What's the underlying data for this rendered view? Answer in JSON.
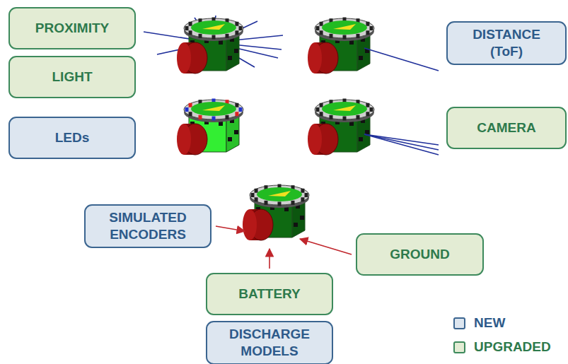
{
  "diagram": {
    "nodes": [
      {
        "text": [
          "PROXIMITY"
        ]
      },
      {
        "text": [
          "DISTANCE (ToF)"
        ]
      },
      {
        "text": [
          "LIGHT"
        ]
      },
      {
        "text": [
          "LEDs"
        ]
      },
      {
        "text": [
          "CAMERA"
        ]
      },
      {
        "text": [
          "SIMULATED ENCODERS"
        ]
      },
      {
        "text": [
          "GROUND"
        ]
      },
      {
        "text": [
          "BATTERY"
        ]
      },
      {
        "text": [
          "DISCHARGE MODELS"
        ]
      }
    ],
    "legend": [
      {
        "text": "NEW",
        "color": "#dde6f0"
      },
      {
        "text": "UPGRADED",
        "color": "#e3ecd4"
      }
    ]
  }
}
